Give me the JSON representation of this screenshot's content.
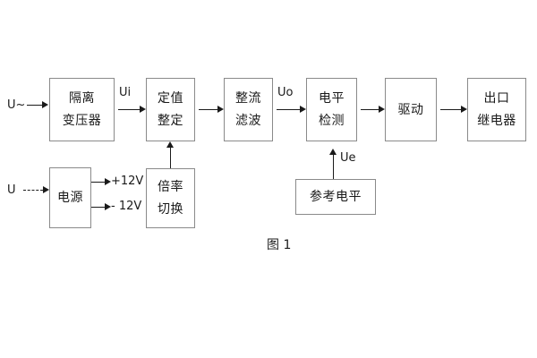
{
  "figure": {
    "caption": "图 1",
    "border_color": "#8a8a8a",
    "line_color": "#1a1a1a",
    "background": "#ffffff"
  },
  "blocks": [
    {
      "id": "isolation-transformer",
      "line1": "隔离",
      "line2": "变压器"
    },
    {
      "id": "setpoint-setting",
      "line1": "定值",
      "line2": "整定"
    },
    {
      "id": "rectify-filter",
      "line1": "整流",
      "line2": "滤波"
    },
    {
      "id": "level-detection",
      "line1": "电平",
      "line2": "检测"
    },
    {
      "id": "drive",
      "line1": "驱动",
      "line2": ""
    },
    {
      "id": "output-relay",
      "line1": "出口",
      "line2": "继电器"
    },
    {
      "id": "power-supply",
      "line1": "电源",
      "line2": ""
    },
    {
      "id": "ratio-switching",
      "line1": "倍率",
      "line2": "切换"
    },
    {
      "id": "reference-level",
      "line1": "参考电平",
      "line2": ""
    }
  ],
  "signals": {
    "ac_input": "U~",
    "dc_input": "U",
    "ui": "Ui",
    "uo": "Uo",
    "ue": "Ue",
    "supply_positive": "+12V",
    "supply_negative": "- 12V"
  }
}
